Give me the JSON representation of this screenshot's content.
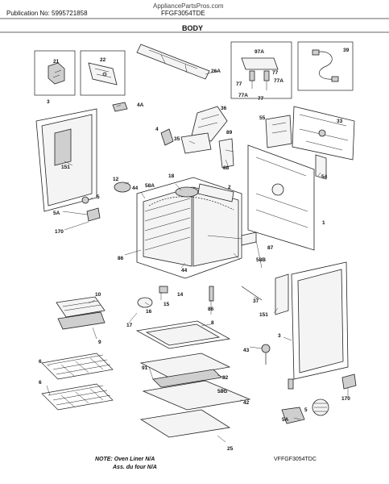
{
  "header": {
    "publication": "Publication No: 5995721858",
    "site": "AppliancePartsPros.com",
    "model": "FFGF3054TDE"
  },
  "title": "BODY",
  "labels": {
    "p21": "21",
    "p22": "22",
    "p26a": "26A",
    "p97a": "97A",
    "p77a1": "77A",
    "p77a2": "77A",
    "p77a": "77",
    "p77b": "77",
    "p77c": "77",
    "p39": "39",
    "p3a": "3",
    "p4a": "4A",
    "p36": "36",
    "p55": "55",
    "p33": "33",
    "p4": "4",
    "p35": "35",
    "p89": "89",
    "p88": "88",
    "p151a": "151",
    "p54": "54",
    "p12": "12",
    "p44a": "44",
    "p5": "5",
    "p58a": "58A",
    "p18": "18",
    "p2": "2",
    "p1": "1",
    "p5a": "5A",
    "p170a": "170",
    "p87": "87",
    "p86a": "86",
    "p58b": "58B",
    "p44b": "44",
    "p10": "10",
    "p14": "14",
    "p16": "16",
    "p15": "15",
    "p86b": "86",
    "p37": "37",
    "p151b": "151",
    "p9": "9",
    "p17": "17",
    "p8": "8",
    "p3b": "3",
    "p43": "43",
    "p6a": "6",
    "p91": "91",
    "p82": "82",
    "p6b": "6",
    "p58g": "58G",
    "p42": "42",
    "p170b": "170",
    "p5b": "5",
    "p5a2": "5A",
    "p25": "25"
  },
  "footer": {
    "note_en": "NOTE: Oven Liner N/A",
    "note_fr": "Ass. du four N/A",
    "code": "VFFGF3054TDC"
  }
}
